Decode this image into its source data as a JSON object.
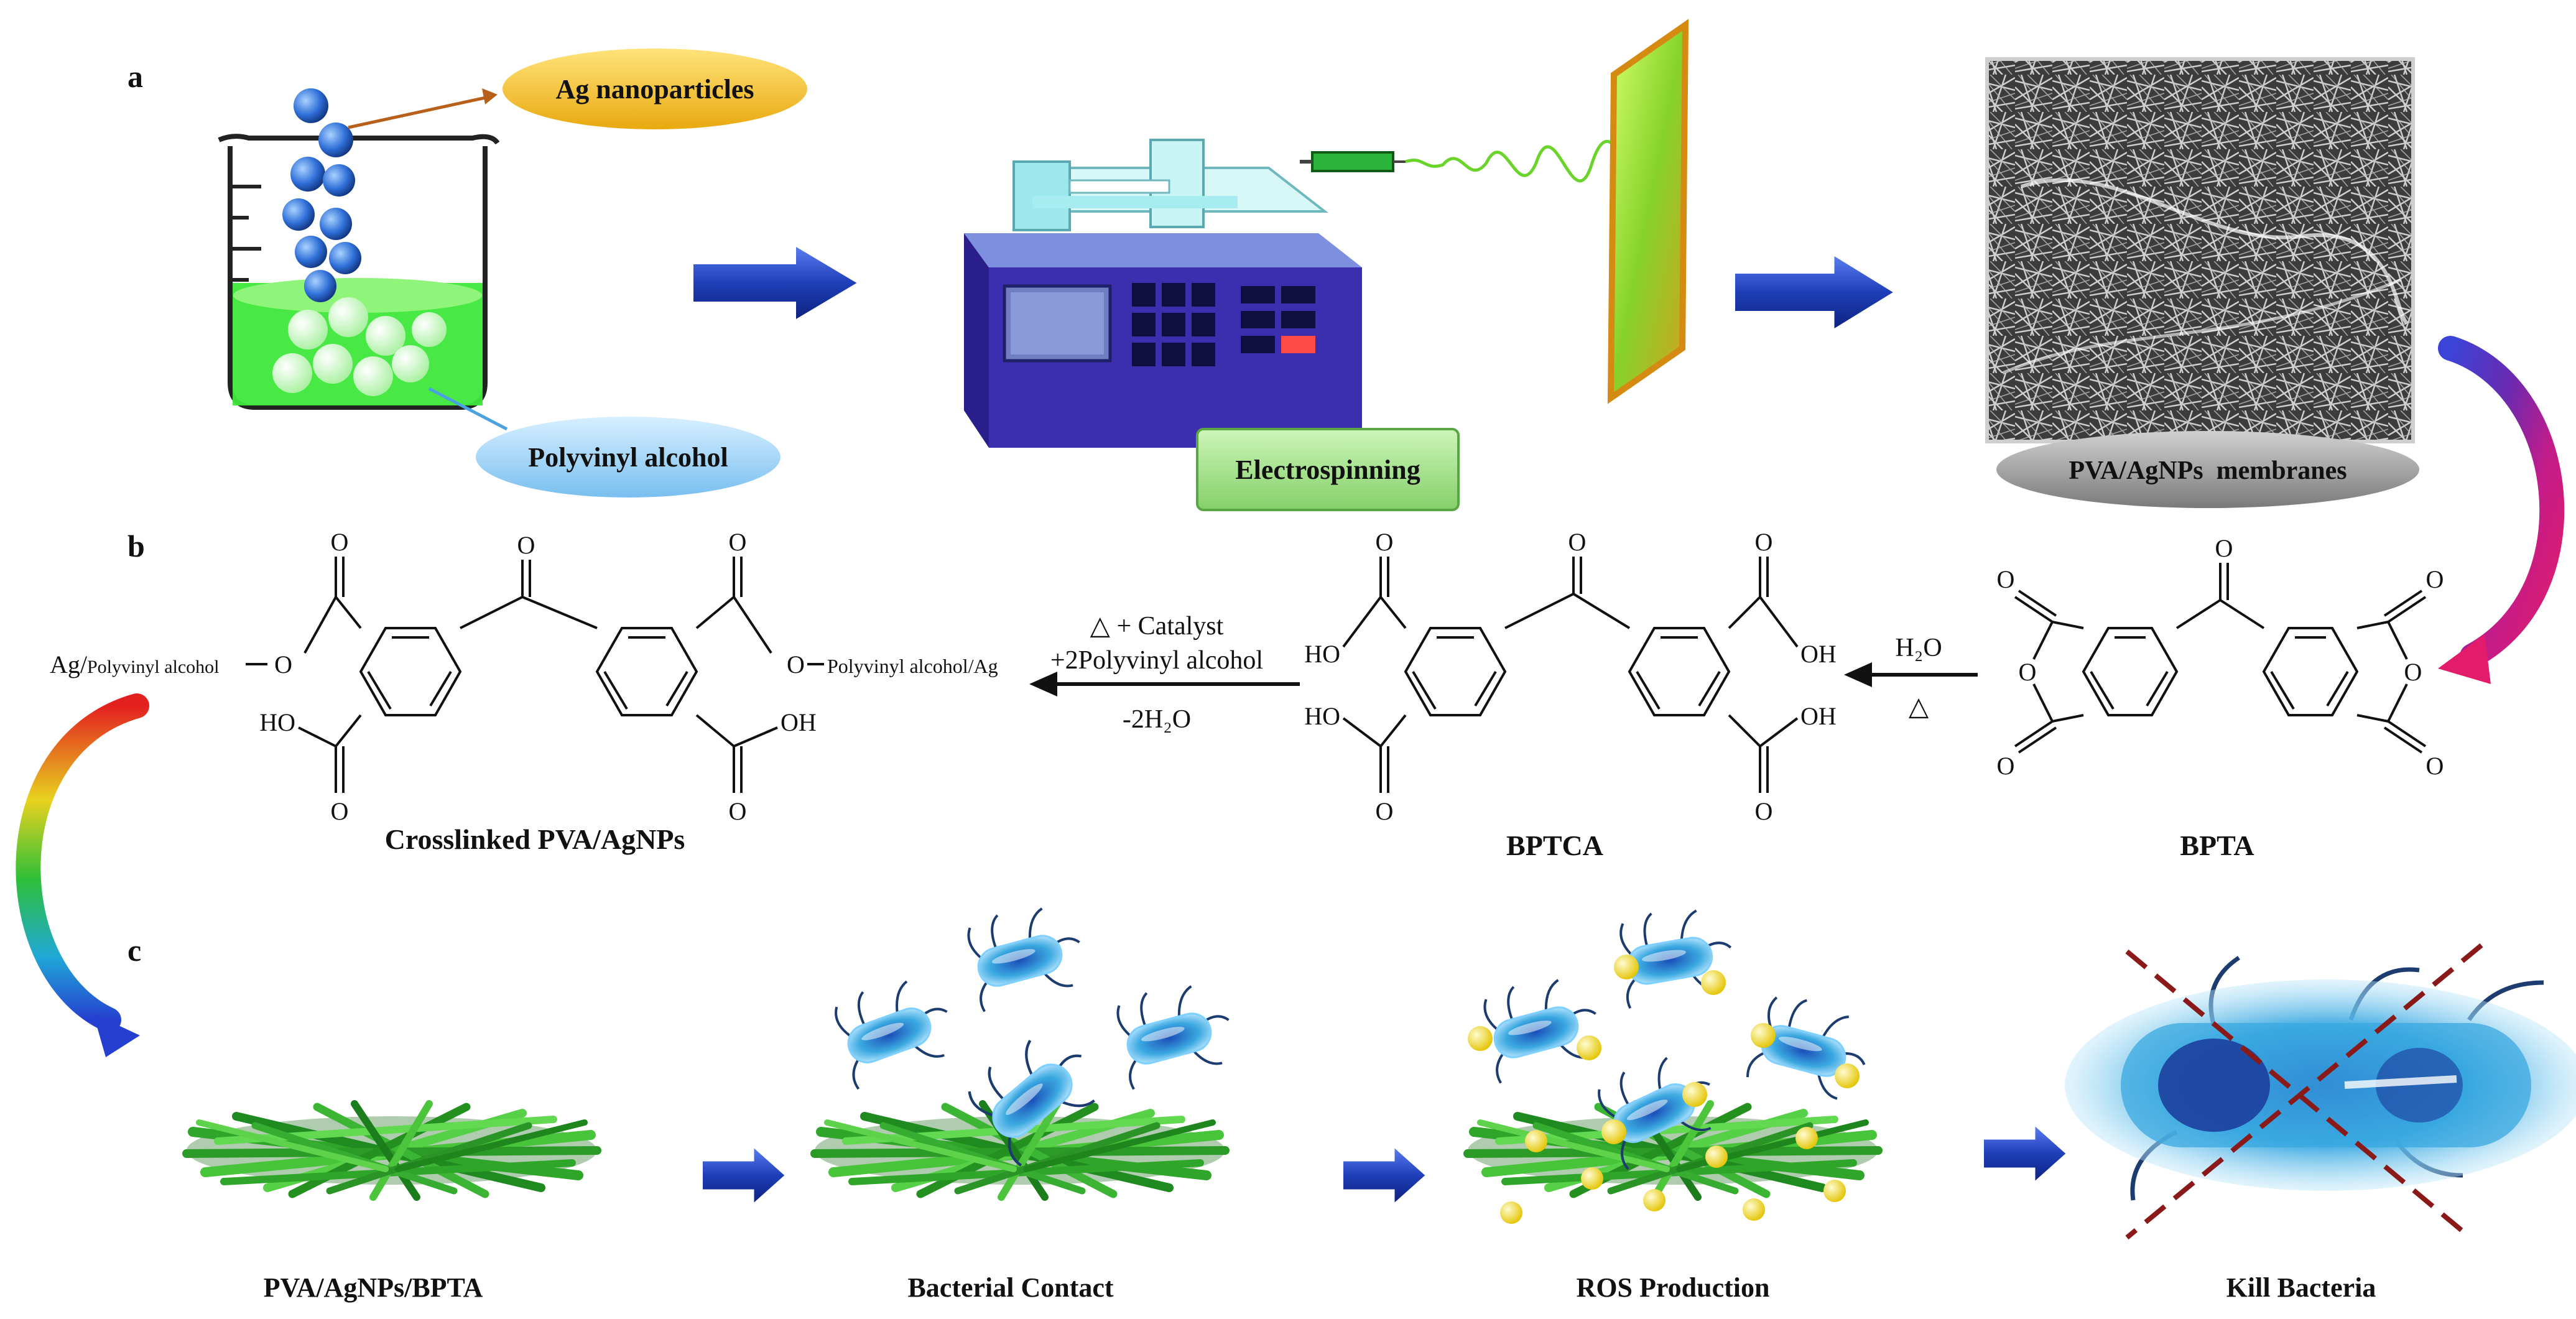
{
  "panels": {
    "a": {
      "letter": "a",
      "ag_label": "Ag nanoparticles",
      "pva_label": "Polyvinyl alcohol",
      "process_label": "Electrospinning",
      "membrane_label": "PVA/AgNPs  membranes"
    },
    "b": {
      "letter": "b",
      "product_left_prefix": "Ag/",
      "product_left_chain": "Polyvinyl alcohol",
      "product_right_chain": "Polyvinyl alcohol/Ag",
      "product_name": "Crosslinked PVA/AgNPs",
      "reaction1_line1": "△ + Catalyst",
      "reaction1_line2": "+2Polyvinyl alcohol",
      "reaction1_line3": "-2H₂O",
      "intermediate_name": "BPTCA",
      "reaction2_line1": "H₂O",
      "reaction2_line2": "△",
      "start_name": "BPTA",
      "atoms": {
        "oxygen": "O",
        "hydroxyl_left": "HO",
        "hydroxyl_right": "OH"
      }
    },
    "c": {
      "letter": "c",
      "steps": [
        {
          "label": "PVA/AgNPs/BPTA"
        },
        {
          "label": "Bacterial Contact"
        },
        {
          "label": "ROS Production"
        },
        {
          "label": "Kill Bacteria"
        }
      ]
    }
  },
  "colors": {
    "arrow_blue": "#1e3fb8",
    "fiber_green": "#2fa62a",
    "bacteria_blue": "#3aa8e0",
    "ros_yellow": "#f2dc1a",
    "solution_green": "#3ee83a",
    "ag_oval": "#f5c21a",
    "pva_oval": "#9fd3f3",
    "electro_box": "#a6e68a",
    "membrane_oval": "#9a9a9a",
    "device_blue": "#3b2fb0",
    "x_mark": "#8a1a1a"
  },
  "icons": [
    "beaker-icon",
    "syringe-pump-icon",
    "collector-plate-icon",
    "sem-membrane-image",
    "bacterium-icon",
    "fiber-mat-icon"
  ]
}
